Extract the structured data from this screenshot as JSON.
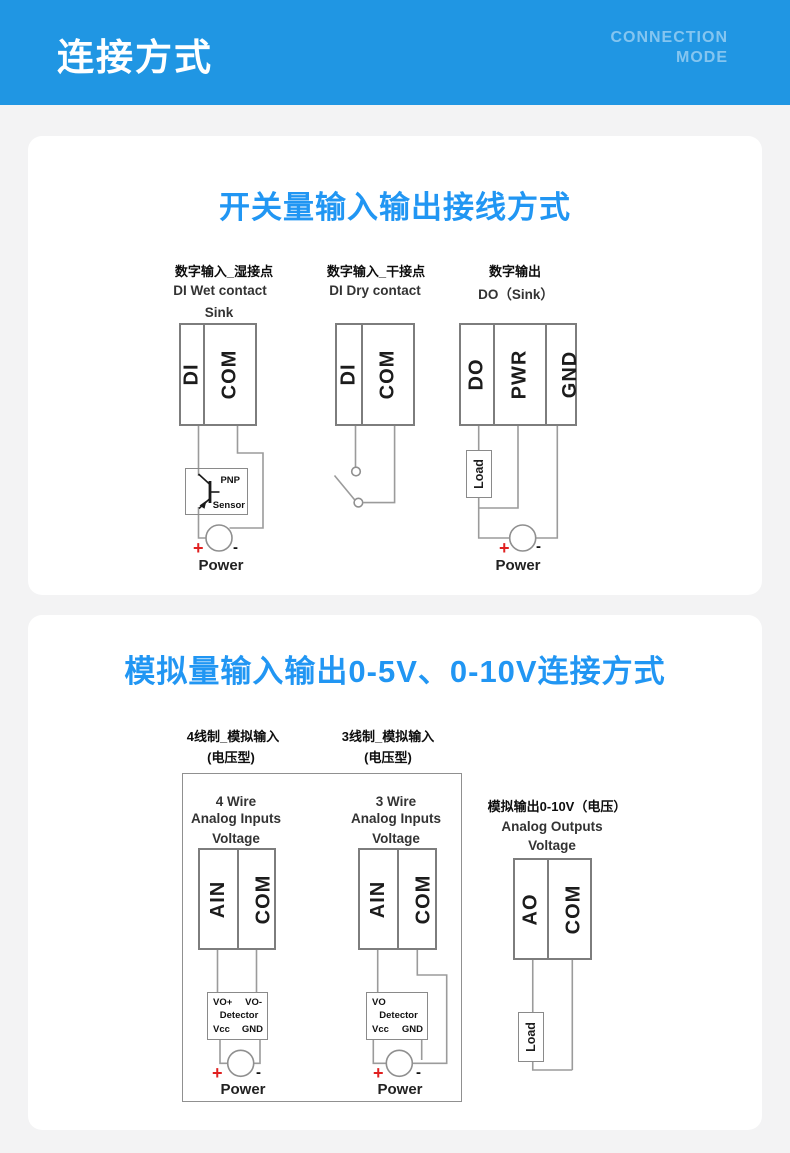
{
  "colors": {
    "header_bg": "#2096e3",
    "section_title_blue": "#2196f3",
    "plus_red": "#e02020"
  },
  "header": {
    "title": "连接方式",
    "subtitle_line1": "CONNECTION",
    "subtitle_line2": "MODE"
  },
  "section1": {
    "title": "开关量输入输出接线方式",
    "wet": {
      "label_cn": "数字输入_湿接点",
      "label_en": "DI Wet contact",
      "label_sub": "Sink",
      "terminal_1": "DI",
      "terminal_2": "COM",
      "sensor_type": "PNP",
      "sensor_name": "Sensor",
      "plus": "+",
      "minus": "-",
      "power": "Power"
    },
    "dry": {
      "label_cn": "数字输入_干接点",
      "label_en": "DI Dry contact",
      "terminal_1": "DI",
      "terminal_2": "COM"
    },
    "dout": {
      "label_cn": "数字输出",
      "label_en": "DO（Sink）",
      "terminal_1": "DO",
      "terminal_2": "PWR",
      "terminal_3": "GND",
      "load": "Load",
      "plus": "+",
      "minus": "-",
      "power": "Power"
    }
  },
  "section2": {
    "title": "模拟量输入输出0-5V、0-10V连接方式",
    "ai4": {
      "label_cn": "4线制_模拟输入",
      "label_cn2": "(电压型)",
      "en_1": "4 Wire",
      "en_2": "Analog Inputs",
      "en_3": "Voltage",
      "terminal_1": "AIN",
      "terminal_2": "COM",
      "det_tl": "VO+",
      "det_tr": "VO-",
      "det_mid": "Detector",
      "det_bl": "Vcc",
      "det_br": "GND",
      "plus": "+",
      "minus": "-",
      "power": "Power"
    },
    "ai3": {
      "label_cn": "3线制_模拟输入",
      "label_cn2": "(电压型)",
      "en_1": "3 Wire",
      "en_2": "Analog Inputs",
      "en_3": "Voltage",
      "terminal_1": "AIN",
      "terminal_2": "COM",
      "det_tl": "VO",
      "det_mid": "Detector",
      "det_bl": "Vcc",
      "det_br": "GND",
      "plus": "+",
      "minus": "-",
      "power": "Power"
    },
    "ao": {
      "label_cn": "模拟输出0-10V（电压）",
      "en_1": "Analog Outputs",
      "en_2": "Voltage",
      "terminal_1": "AO",
      "terminal_2": "COM",
      "load": "Load"
    }
  }
}
